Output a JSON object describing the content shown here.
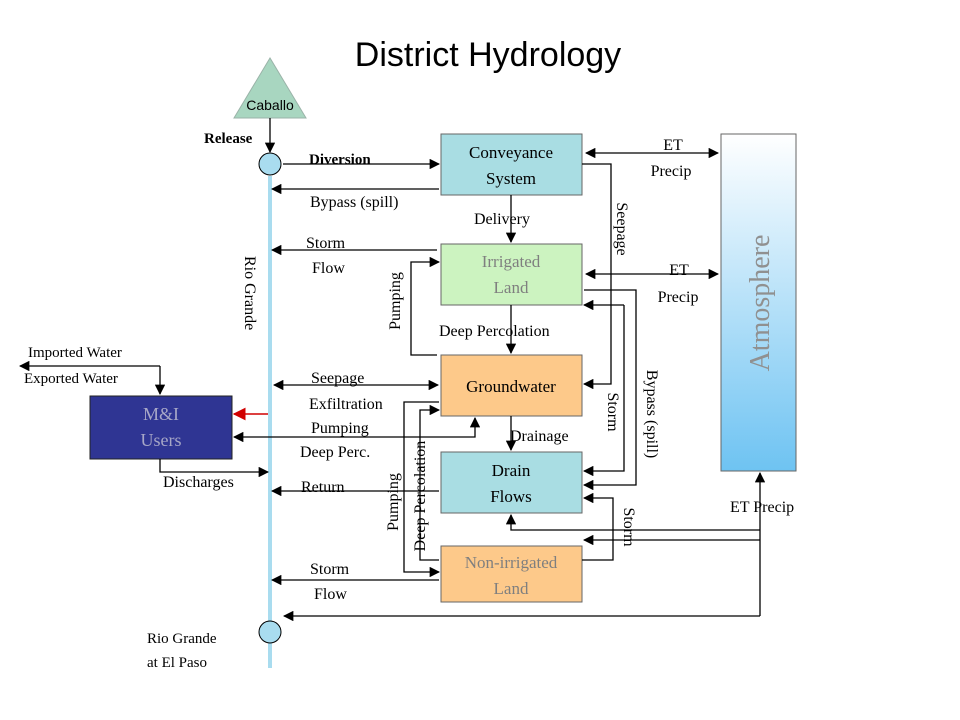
{
  "title": "District Hydrology",
  "nodes": {
    "caballo": "Caballo",
    "conveyance": [
      "Conveyance",
      "System"
    ],
    "irrigated": [
      "Irrigated",
      "Land"
    ],
    "groundwater": "Groundwater",
    "drain": [
      "Drain",
      "Flows"
    ],
    "nonirrigated": [
      "Non-irrigated",
      "Land"
    ],
    "atmosphere": "Atmosphere",
    "mi_users": [
      "M&I",
      "Users"
    ],
    "river": "Rio Grande",
    "el_paso": [
      "Rio Grande",
      "at El Paso"
    ]
  },
  "labels": {
    "release": "Release",
    "diversion": "Diversion",
    "bypass_spill": "Bypass (spill)",
    "delivery": "Delivery",
    "storm_flow_1": [
      "Storm",
      "Flow"
    ],
    "storm_flow_2": [
      "Storm",
      "Flow"
    ],
    "pumping": "Pumping",
    "deep_percolation": "Deep Percolation",
    "seepage_vertical": "Seepage",
    "et_precip_1": [
      "ET",
      "Precip"
    ],
    "et_precip_2": [
      "ET",
      "Precip"
    ],
    "et_precip_3": "ET Precip",
    "bypass_spill_vertical": "Bypass (spill)",
    "storm_vertical_1": "Storm",
    "storm_vertical_2": "Storm",
    "drainage": "Drainage",
    "imported_water": "Imported Water",
    "exported_water": "Exported Water",
    "seepage": "Seepage",
    "exfiltration": "Exfiltration",
    "pumping_2": "Pumping",
    "deep_perc": "Deep Perc.",
    "discharges": "Discharges",
    "return": "Return",
    "pumping_vertical_2": "Pumping",
    "deep_percolation_vertical": "Deep Percolation"
  },
  "colors": {
    "conveyance": "#a9dde3",
    "irrigated": "#ccf3c0",
    "irrigated_text": "#7f7f7f",
    "groundwater": "#fdc98a",
    "drain": "#a9dde3",
    "nonirrigated": "#fdc98a",
    "nonirrigated_text": "#7f7f7f",
    "atmosphere_top": "#ffffff",
    "atmosphere_bottom": "#6ec3f2",
    "atmosphere_text": "#909090",
    "mi_users": "#2f3593",
    "mi_users_text": "#a7a7c7",
    "caballo": "#a8d6c0",
    "river": "#a9dcef",
    "red_arrow": "#d00000"
  }
}
